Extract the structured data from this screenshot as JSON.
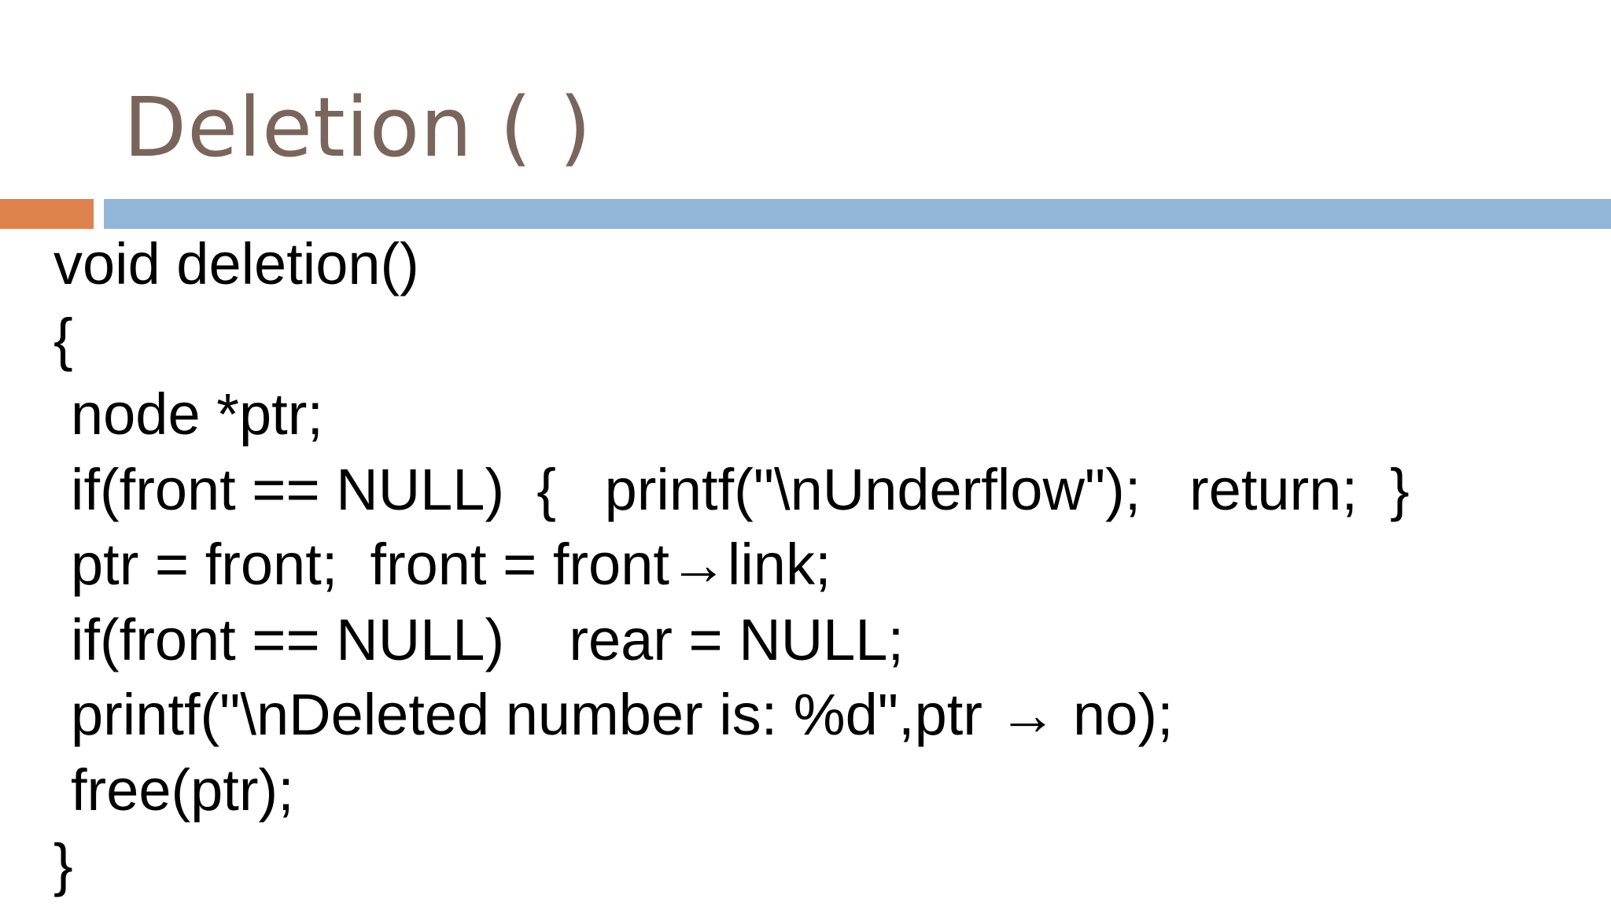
{
  "slide": {
    "title": "Deletion ( )",
    "colors": {
      "title": "#7a655c",
      "accent_orange": "#de834e",
      "accent_blue": "#93b6d8",
      "code_text": "#000000",
      "background": "#ffffff"
    },
    "code_lines": [
      "void deletion()",
      "{",
      "node *ptr;",
      "if(front == NULL)  {   printf(\"\\nUnderflow\");   return;  }",
      "ptr = front;  front = front→link;",
      "if(front == NULL)    rear = NULL;",
      "printf(\"\\nDeleted number is: %d\",ptr → no);",
      "free(ptr);",
      "}"
    ]
  }
}
